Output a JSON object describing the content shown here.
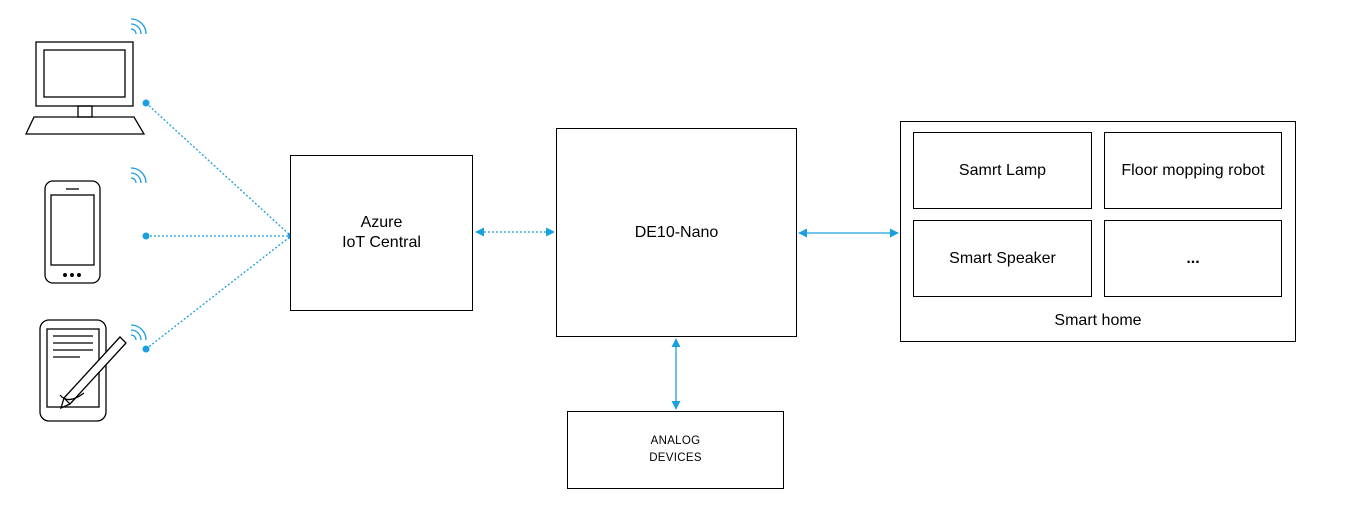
{
  "nodes": {
    "azure": {
      "label": "Azure\nIoT Central"
    },
    "de10": {
      "label": "DE10-Nano"
    },
    "analog": {
      "label": "ANALOG\nDEVICES"
    },
    "smart_home": {
      "label": "Smart home",
      "items": [
        "Samrt Lamp",
        "Floor mopping robot",
        "Smart Speaker",
        "..."
      ]
    }
  },
  "devices": [
    "desktop-computer-icon",
    "smartphone-icon",
    "tablet-stylus-icon"
  ],
  "colors": {
    "link": "#1a9fe0",
    "stroke": "#000000"
  }
}
